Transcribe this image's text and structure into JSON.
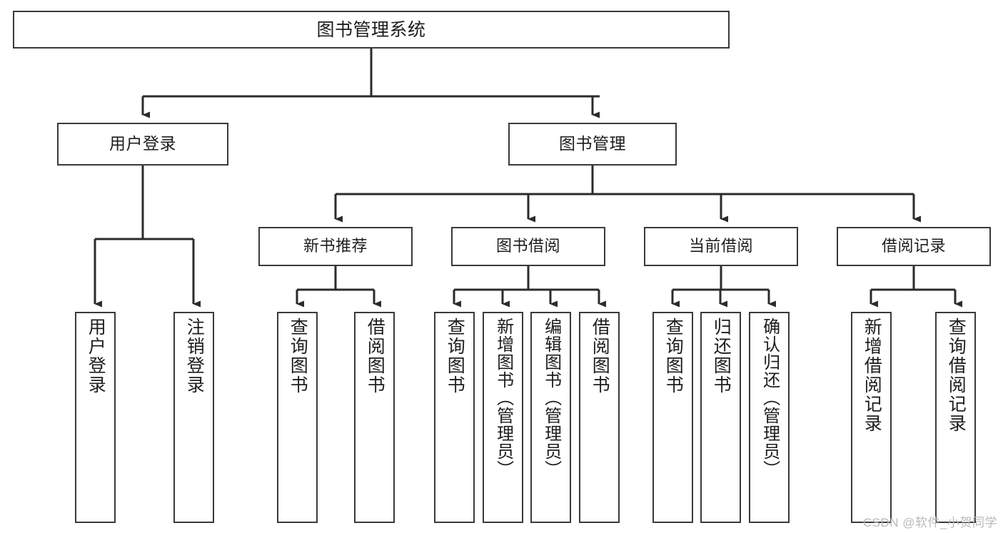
{
  "diagram": {
    "type": "tree",
    "title": "图书管理系统",
    "watermark": "CSDN @软件_小贺同学",
    "colors": {
      "box_border": "#3a3a3a",
      "box_fill": "#ffffff",
      "connector": "#2b2b2b",
      "text": "#1d1d1d",
      "watermark": "#b9b9b9"
    },
    "root": {
      "label": "图书管理系统"
    },
    "level2": [
      {
        "label": "用户登录"
      },
      {
        "label": "图书管理"
      }
    ],
    "level3": [
      {
        "label": "新书推荐"
      },
      {
        "label": "图书借阅"
      },
      {
        "label": "当前借阅"
      },
      {
        "label": "借阅记录"
      }
    ],
    "leaves": {
      "user_login": [
        {
          "label": "用户登录"
        },
        {
          "label": "注销登录"
        }
      ],
      "new_book": [
        {
          "label": "查询图书"
        },
        {
          "label": "借阅图书"
        }
      ],
      "borrow": [
        {
          "label": "查询图书"
        },
        {
          "label": "新增图书（管理员）"
        },
        {
          "label": "编辑图书（管理员）"
        },
        {
          "label": "借阅图书"
        }
      ],
      "current": [
        {
          "label": "查询图书"
        },
        {
          "label": "归还图书"
        },
        {
          "label": "确认归还（管理员）"
        }
      ],
      "records": [
        {
          "label": "新增借阅记录"
        },
        {
          "label": "查询借阅记录"
        }
      ]
    }
  }
}
